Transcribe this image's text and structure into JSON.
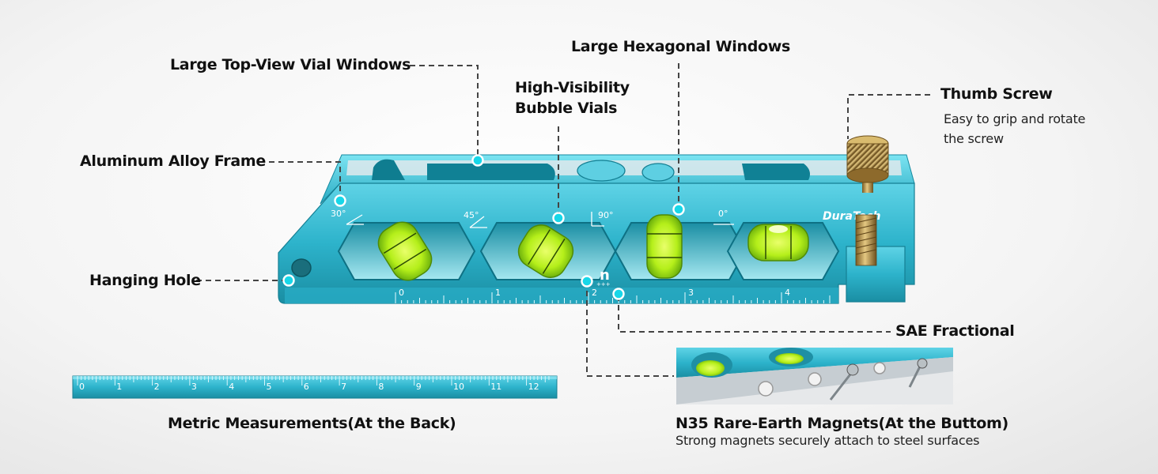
{
  "callouts": {
    "top_view": "Large Top-View Vial Windows",
    "hexagonal": "Large Hexagonal Windows",
    "bubble_line1": "High-Visibility",
    "bubble_line2": "Bubble Vials",
    "thumb_title": "Thumb Screw",
    "thumb_desc1": "Easy to grip and rotate",
    "thumb_desc2": "the screw",
    "frame": "Aluminum Alloy Frame",
    "hanging": "Hanging Hole",
    "sae": "SAE Fractional",
    "metric": "Metric Measurements(At the Back)",
    "magnets_title": "N35 Rare-Earth Magnets(At the Buttom)",
    "magnets_desc": "Strong magnets securely attach to steel surfaces"
  },
  "tool": {
    "brand": "DuraTech",
    "angles": [
      "30°",
      "45°",
      "90°",
      "0°"
    ],
    "inch_marks": [
      "0",
      "1",
      "2",
      "3",
      "4"
    ],
    "magnet_symbol": "n",
    "magnet_sub": "+++"
  },
  "metric_ruler": {
    "marks": [
      "0",
      "1",
      "2",
      "3",
      "4",
      "5",
      "6",
      "7",
      "8",
      "9",
      "10",
      "11",
      "12"
    ]
  },
  "colors": {
    "aluminum": "#2bb4cc",
    "aluminum_dark": "#137f93",
    "aluminum_light": "#6ee0ee",
    "vial": "#b8f21e",
    "brass": "#b08a42",
    "callout_dot": "#18d7e8"
  }
}
